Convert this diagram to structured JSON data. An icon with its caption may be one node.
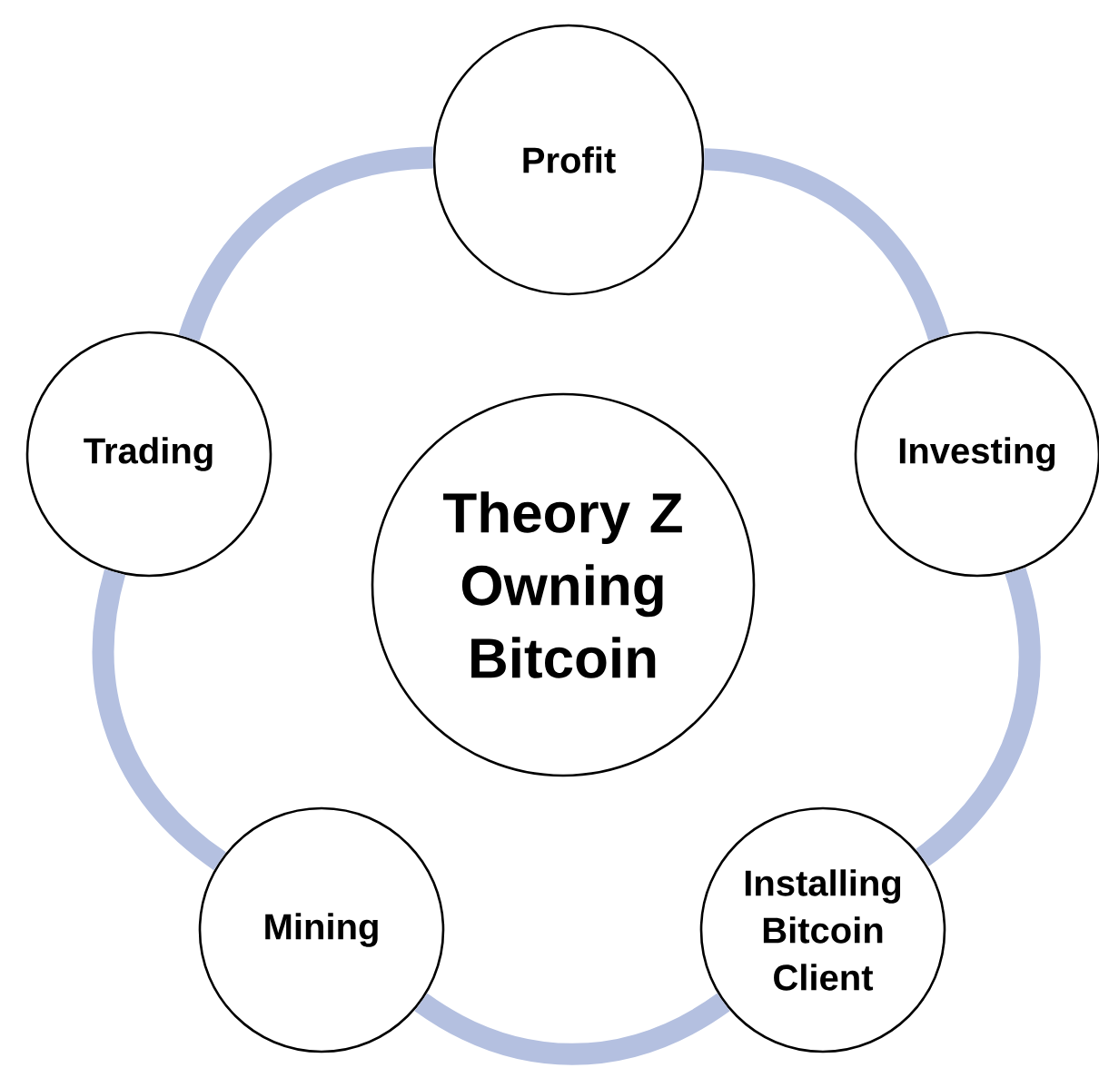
{
  "diagram": {
    "nodes": [
      {
        "text": [
          "Profit"
        ]
      },
      {
        "text": [
          "Trading"
        ]
      },
      {
        "text": [
          "Investing"
        ]
      },
      {
        "text": [
          "Theory Z Owning Bitcoin"
        ]
      },
      {
        "text": [
          "Mining"
        ]
      },
      {
        "text": [
          "Installing Bitcoin Client"
        ]
      }
    ],
    "edges": [
      {
        "from": 0,
        "to": 2,
        "arrow": "none"
      },
      {
        "from": 2,
        "to": 5,
        "arrow": "none"
      },
      {
        "from": 5,
        "to": 4,
        "arrow": "none"
      },
      {
        "from": 4,
        "to": 1,
        "arrow": "none"
      },
      {
        "from": 1,
        "to": 0,
        "arrow": "none"
      }
    ]
  }
}
